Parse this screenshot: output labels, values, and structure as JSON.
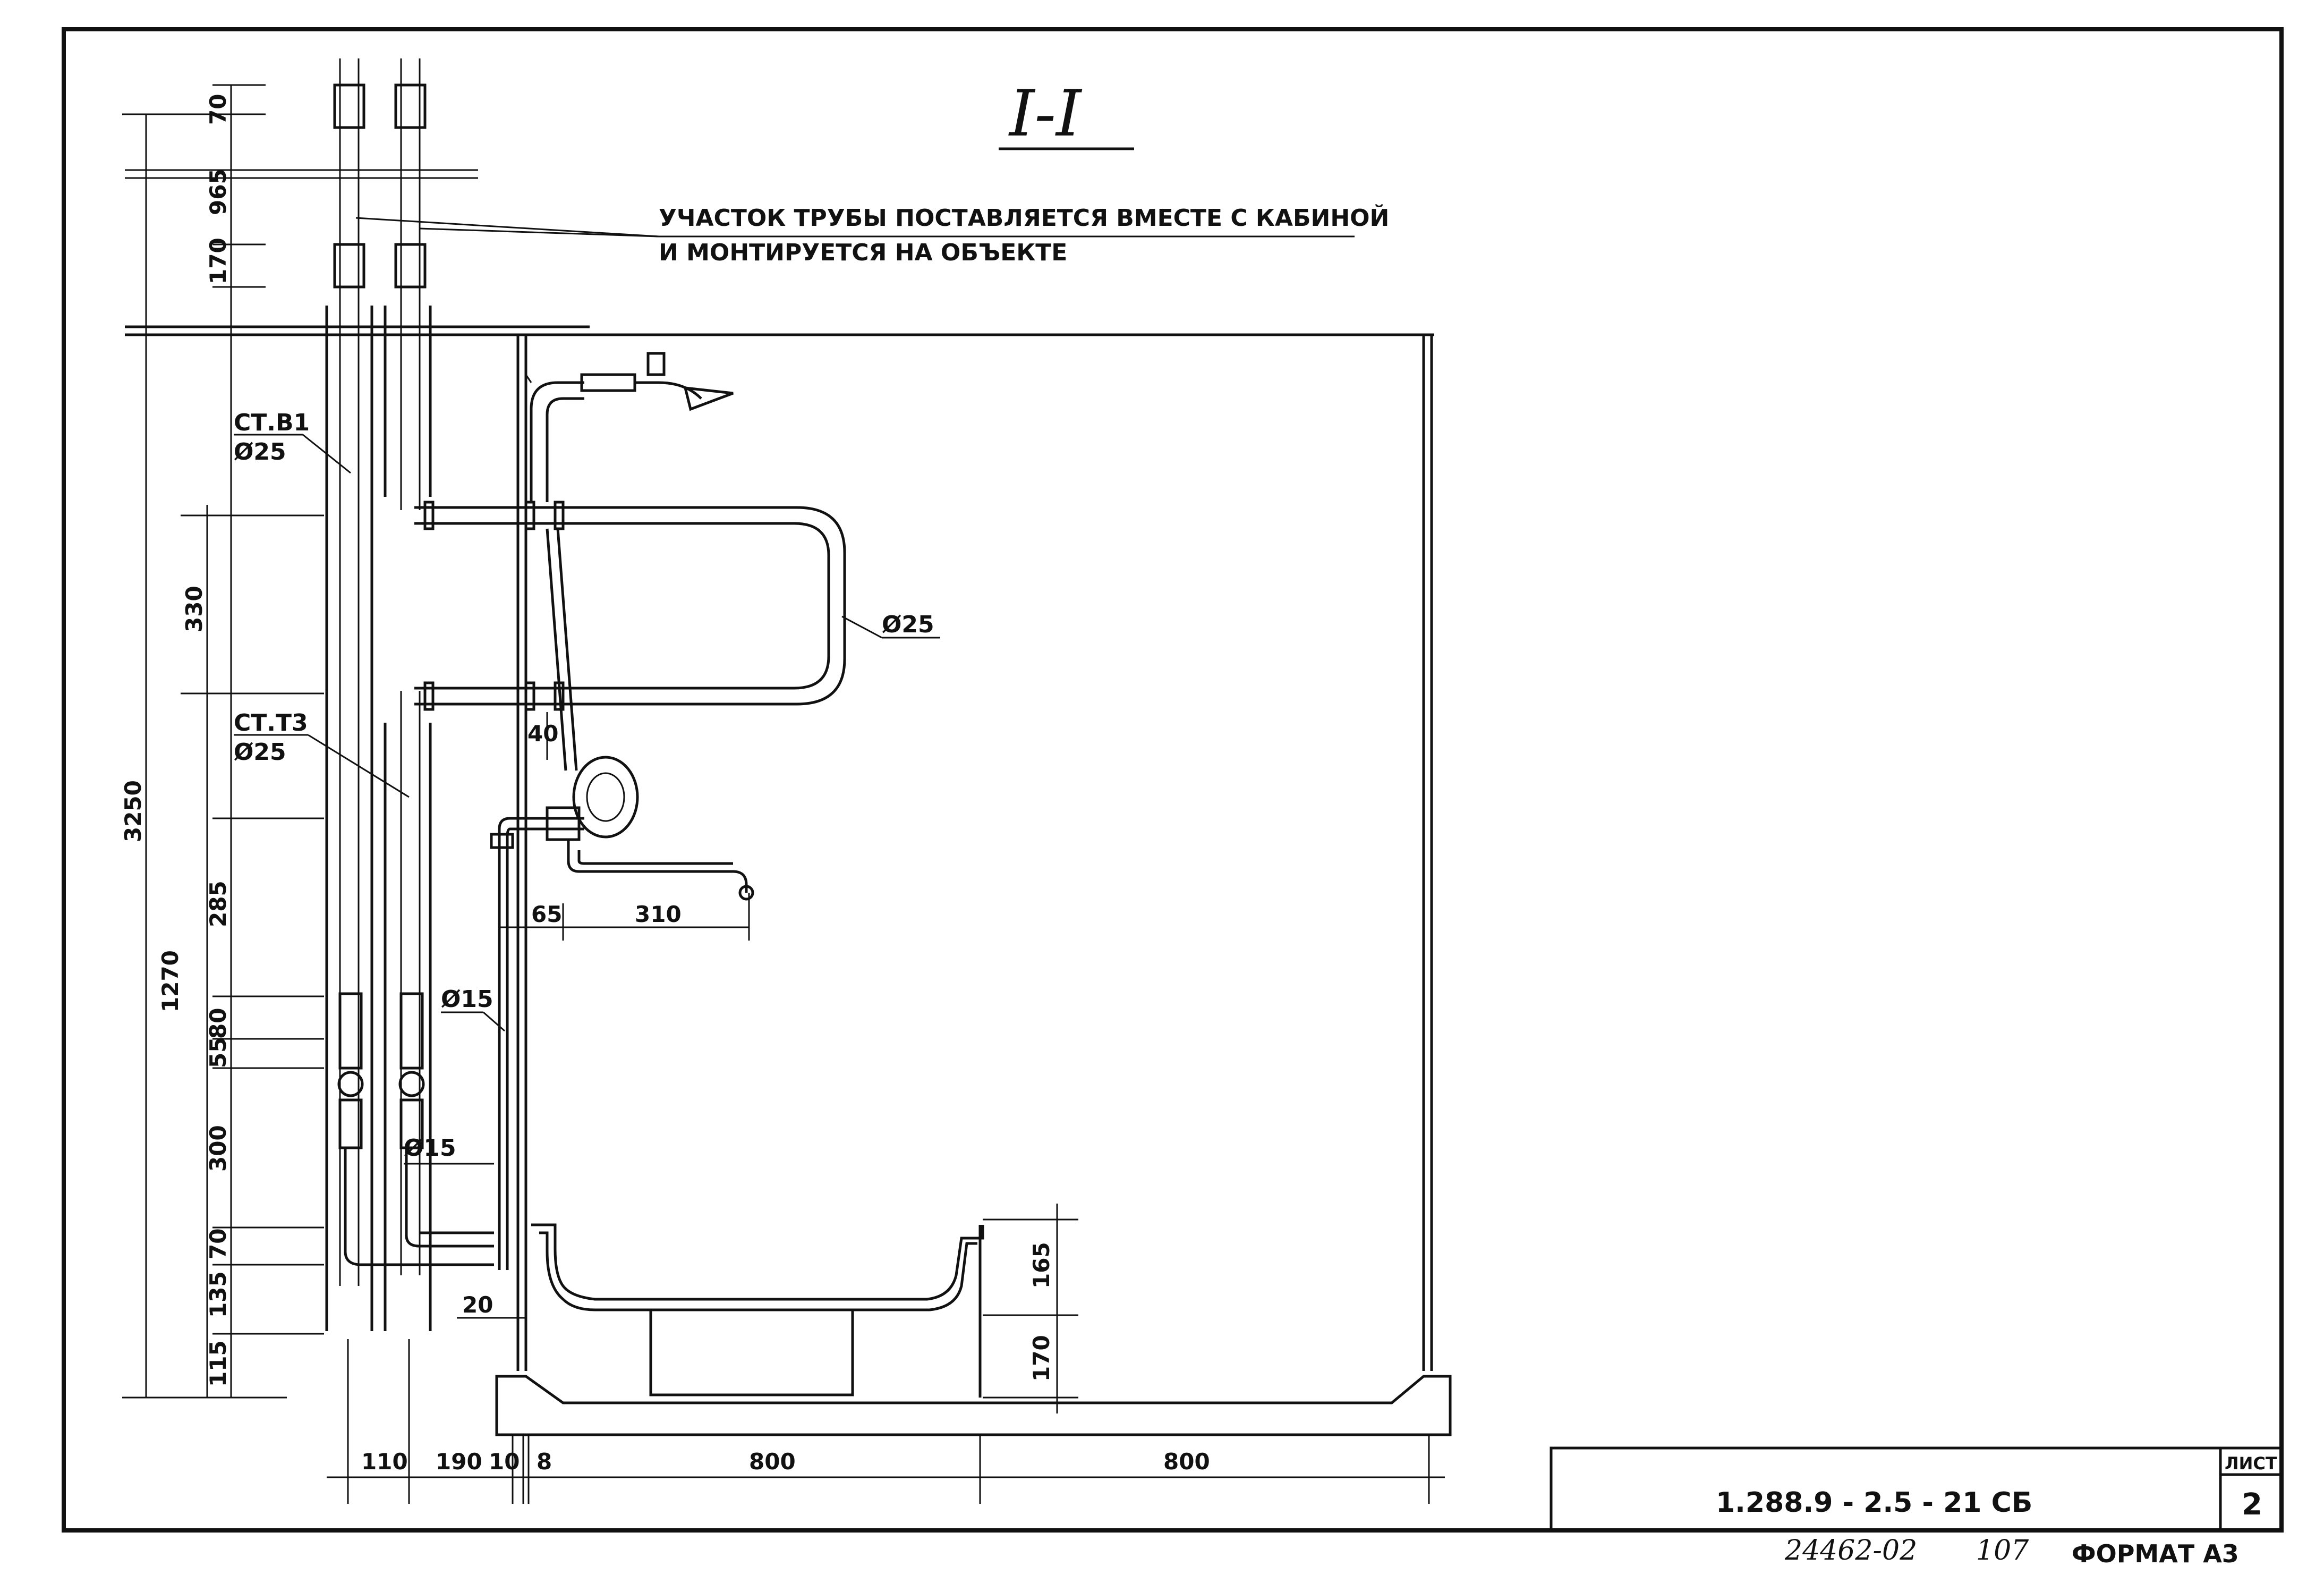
{
  "section_title": "I-I",
  "note_line1": "УЧАСТОК ТРУБЫ ПОСТАВЛЯЕТСЯ ВМЕСТЕ С КАБИНОЙ",
  "note_line2": "И МОНТИРУЕТСЯ НА ОБЪЕКТЕ",
  "labels": {
    "st_b1": "СТ.В1",
    "st_b1_dia": "Ø25",
    "st_t3": "СТ.Т3",
    "st_t3_dia": "Ø25",
    "loop_dia": "Ø25",
    "pipe15a": "Ø15",
    "pipe15b": "Ø15"
  },
  "dims_left": {
    "d70top": "70",
    "d965": "965",
    "d170": "170",
    "d330": "330",
    "d3250": "3250",
    "d285": "285",
    "d1270": "1270",
    "d80": "80",
    "d55": "55",
    "d300": "300",
    "d70b": "70",
    "d135": "135",
    "d115": "115"
  },
  "dims_mid": {
    "d40": "40",
    "d65": "65",
    "d310": "310",
    "d20": "20",
    "d165": "165",
    "d170r": "170"
  },
  "dims_bottom": {
    "d110": "110",
    "d190": "190",
    "d10": "10",
    "d8": "8",
    "d800a": "800",
    "d800b": "800"
  },
  "stamp": {
    "code": "1.288.9 - 2.5 - 21  СБ",
    "sheet_label": "ЛИСТ",
    "sheet_number": "2"
  },
  "footer": {
    "inventory": "24462-02",
    "page": "107",
    "format": "ФОРМАТ А3"
  }
}
